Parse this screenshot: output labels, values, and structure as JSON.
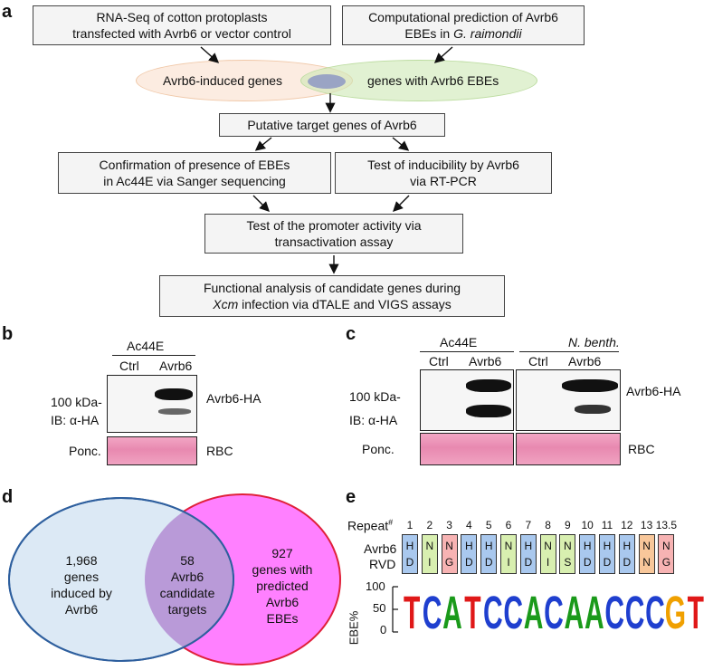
{
  "panels": {
    "a": "a",
    "b": "b",
    "c": "c",
    "d": "d",
    "e": "e"
  },
  "flow": {
    "rnaseq": [
      "RNA-Seq of cotton protoplasts",
      "transfected with Avrb6 or vector control"
    ],
    "prediction": {
      "line1": "Computational prediction of Avrb6",
      "line2_pre": "EBEs in ",
      "line2_it": "G. raimondii"
    },
    "induced": "Avrb6-induced genes",
    "ebes": "genes with Avrb6 EBEs",
    "putative": "Putative target genes of Avrb6",
    "confirm": [
      "Confirmation of presence of EBEs",
      "in Ac44E via Sanger sequencing"
    ],
    "inducibility": [
      "Test of inducibility by Avrb6",
      "via RT-PCR"
    ],
    "promoter": [
      "Test of the promoter activity via",
      "transactivation assay"
    ],
    "functional": {
      "line1": "Functional analysis of candidate genes during",
      "line2_it": "Xcm",
      "line2_post": " infection via dTALE and VIGS assays"
    }
  },
  "blot_b": {
    "strain": "Ac44E",
    "ctrl": "Ctrl",
    "avrb6": "Avrb6",
    "kda": "100 kDa-",
    "ib": "IB: α-HA",
    "ponc": "Ponc.",
    "band_label": "Avrb6-HA",
    "rbc": "RBC"
  },
  "blot_c": {
    "strain1": "Ac44E",
    "strain2": "N. benth.",
    "ctrl1": "Ctrl",
    "avrb6_1": "Avrb6",
    "ctrl2": "Ctrl",
    "avrb6_2": "Avrb6",
    "kda": "100 kDa-",
    "ib": "IB: α-HA",
    "ponc": "Ponc.",
    "band_label": "Avrb6-HA",
    "rbc": "RBC"
  },
  "venn": {
    "left": [
      "1,968",
      "genes",
      "induced by",
      "Avrb6"
    ],
    "middle": [
      "58",
      "Avrb6",
      "candidate",
      "targets"
    ],
    "right": [
      "927",
      "genes with",
      "predicted",
      "Avrb6",
      "EBEs"
    ],
    "colors": {
      "left_fill": "#dce9f5",
      "left_stroke": "#2e5f9e",
      "right_fill": "#ff80ff",
      "right_stroke": "#e0203a",
      "middle_fill": "#b99ad8"
    }
  },
  "logo": {
    "repeat_label": "Repeat",
    "repeat_sup": "#",
    "rvd_label1": "Avrb6",
    "rvd_label2": "RVD",
    "repeats": [
      {
        "num": "1",
        "top": "H",
        "bot": "D",
        "color": "#a9c8ee"
      },
      {
        "num": "2",
        "top": "N",
        "bot": "I",
        "color": "#d8efb0"
      },
      {
        "num": "3",
        "top": "N",
        "bot": "G",
        "color": "#f7b3b3"
      },
      {
        "num": "4",
        "top": "H",
        "bot": "D",
        "color": "#a9c8ee"
      },
      {
        "num": "5",
        "top": "H",
        "bot": "D",
        "color": "#a9c8ee"
      },
      {
        "num": "6",
        "top": "N",
        "bot": "I",
        "color": "#d8efb0"
      },
      {
        "num": "7",
        "top": "H",
        "bot": "D",
        "color": "#a9c8ee"
      },
      {
        "num": "8",
        "top": "N",
        "bot": "I",
        "color": "#d8efb0"
      },
      {
        "num": "9",
        "top": "N",
        "bot": "S",
        "color": "#d8efb0"
      },
      {
        "num": "10",
        "top": "H",
        "bot": "D",
        "color": "#a9c8ee"
      },
      {
        "num": "11",
        "top": "H",
        "bot": "D",
        "color": "#a9c8ee"
      },
      {
        "num": "12",
        "top": "H",
        "bot": "D",
        "color": "#a9c8ee"
      },
      {
        "num": "13",
        "top": "N",
        "bot": "N",
        "color": "#f8c79a"
      },
      {
        "num": "13.5",
        "top": "N",
        "bot": "G",
        "color": "#f7b3b3"
      }
    ],
    "ylabel": "EBE%",
    "yticks": [
      "100",
      "50",
      "0"
    ],
    "sequence": [
      "T",
      "C",
      "A",
      "T",
      "C",
      "C",
      "A",
      "C",
      "A",
      "A",
      "C",
      "C",
      "C",
      "G",
      "T"
    ],
    "letter_colors": {
      "A": "#1a9a1a",
      "C": "#1f3fcf",
      "G": "#f0a000",
      "T": "#e01818"
    }
  }
}
